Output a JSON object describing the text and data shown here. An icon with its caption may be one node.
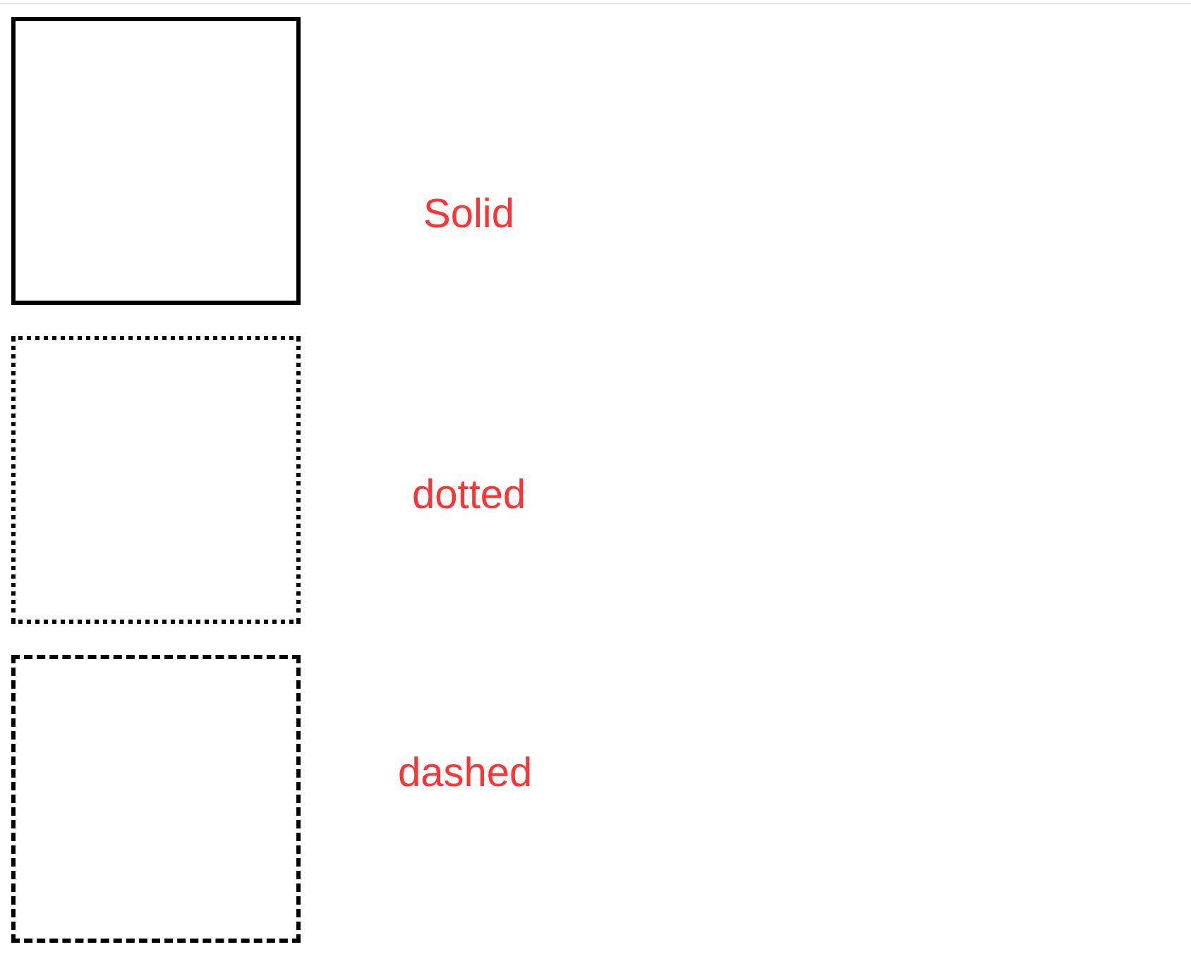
{
  "diagram": {
    "nodes": [
      {
        "text": [],
        "shape": "box",
        "beside": [
          "Solid"
        ]
      },
      {
        "text": [],
        "shape": "box",
        "beside": [
          "dotted"
        ]
      },
      {
        "text": [],
        "shape": "box",
        "beside": [
          "dashed"
        ]
      }
    ]
  }
}
